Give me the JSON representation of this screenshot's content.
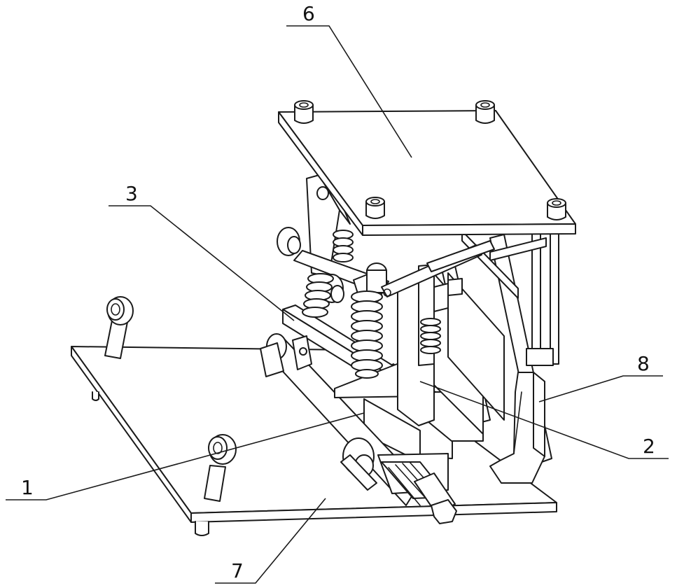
{
  "figure": {
    "callouts": [
      {
        "id": "c6",
        "text": "6",
        "part": "top-plate"
      },
      {
        "id": "c3",
        "text": "3",
        "part": "spring-frame"
      },
      {
        "id": "c8",
        "text": "8",
        "part": "hook-clamp"
      },
      {
        "id": "c2",
        "text": "2",
        "part": "slide-block"
      },
      {
        "id": "c1",
        "text": "1",
        "part": "roller-assembly"
      },
      {
        "id": "c7",
        "text": "7",
        "part": "base-plate"
      }
    ]
  }
}
